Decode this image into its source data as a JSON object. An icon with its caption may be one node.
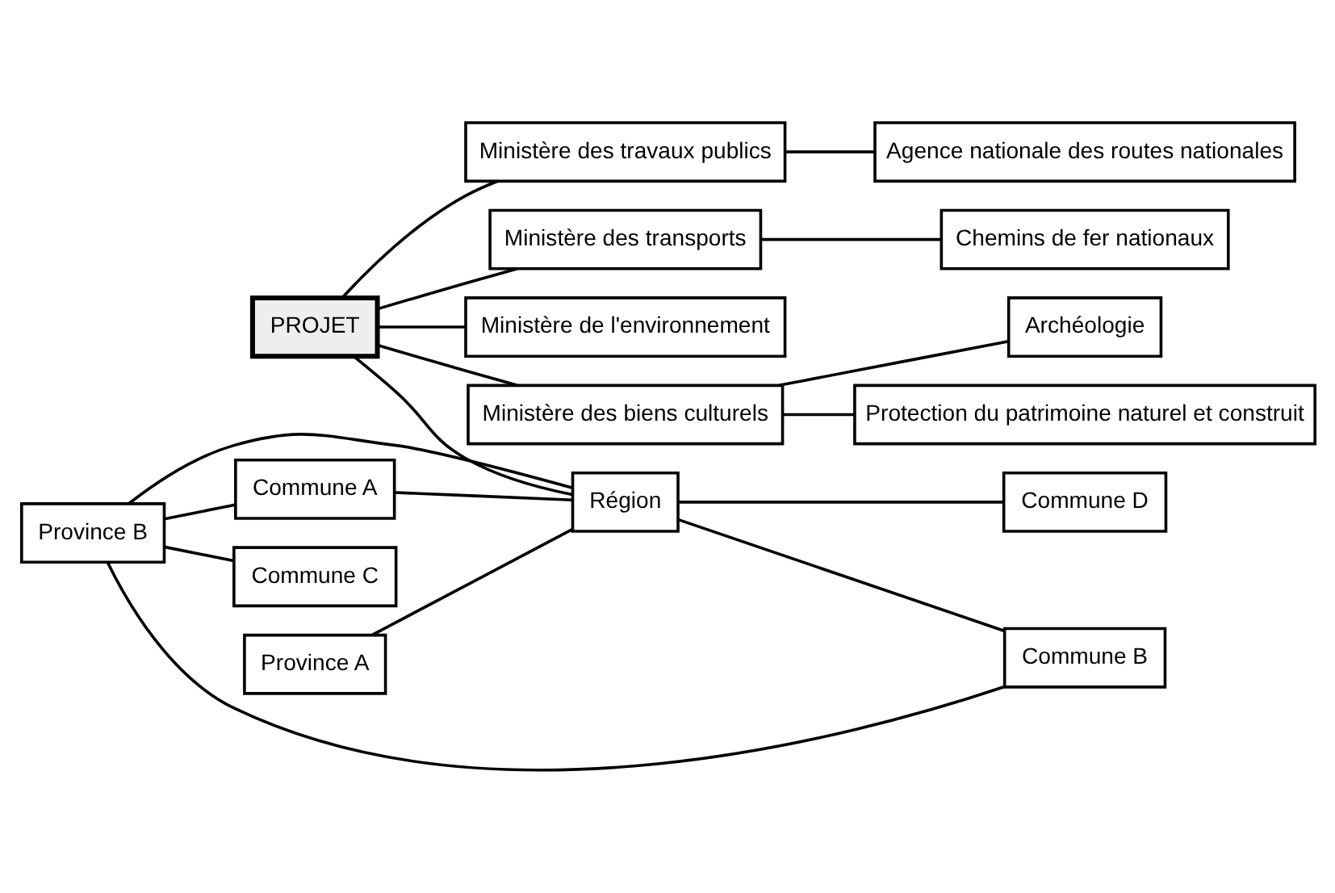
{
  "diagram": {
    "nodes": [
      {
        "text": [
          "Ministère des travaux publics"
        ]
      },
      {
        "text": [
          "Agence nationale des routes nationales"
        ]
      },
      {
        "text": [
          "Ministère des transports"
        ]
      },
      {
        "text": [
          "Chemins de fer nationaux"
        ]
      },
      {
        "text": [
          "PROJET"
        ]
      },
      {
        "text": [
          "Ministère de l'environnement"
        ]
      },
      {
        "text": [
          "Province A"
        ]
      },
      {
        "text": [
          "Ministère des biens culturels"
        ]
      },
      {
        "text": [
          "Province B"
        ]
      },
      {
        "text": [
          "Région"
        ]
      },
      {
        "text": [
          "Commune D"
        ]
      },
      {
        "text": [
          "Commune A"
        ]
      },
      {
        "text": [
          "Archéologie"
        ]
      },
      {
        "text": [
          "Commune C"
        ]
      },
      {
        "text": [
          "Commune B"
        ]
      },
      {
        "text": [
          "Protection du patrimoine naturel et construit"
        ]
      }
    ],
    "edges": [
      {
        "from": 4,
        "to": 0,
        "arrow": "none"
      },
      {
        "from": 0,
        "to": 1,
        "arrow": "none"
      },
      {
        "from": 4,
        "to": 2,
        "arrow": "none"
      },
      {
        "from": 2,
        "to": 3,
        "arrow": "none"
      },
      {
        "from": 4,
        "to": 5,
        "arrow": "none"
      },
      {
        "from": 4,
        "to": 7,
        "arrow": "none"
      },
      {
        "from": 7,
        "to": 12,
        "arrow": "none"
      },
      {
        "from": 7,
        "to": 15,
        "arrow": "none"
      },
      {
        "from": 4,
        "to": 9,
        "arrow": "none"
      },
      {
        "from": 6,
        "to": 9,
        "arrow": "none"
      },
      {
        "from": 8,
        "to": 9,
        "arrow": "none"
      },
      {
        "from": 8,
        "to": 13,
        "arrow": "none"
      },
      {
        "from": 8,
        "to": 14,
        "arrow": "none"
      },
      {
        "from": 8,
        "to": 11,
        "arrow": "none"
      },
      {
        "from": 11,
        "to": 9,
        "arrow": "none"
      },
      {
        "from": 9,
        "to": 14,
        "arrow": "none"
      },
      {
        "from": 9,
        "to": 10,
        "arrow": "none"
      }
    ]
  }
}
